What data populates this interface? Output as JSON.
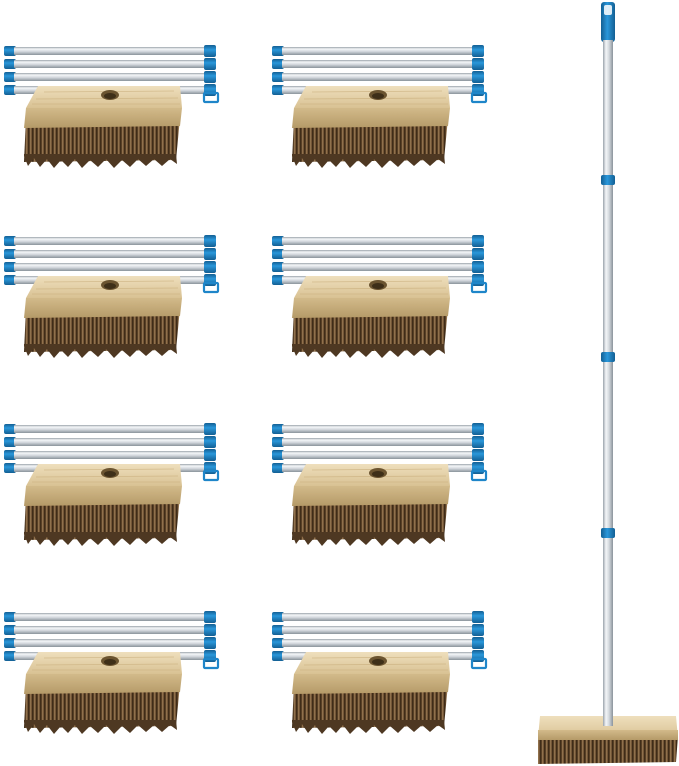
{
  "image": {
    "subject": "scrub-brush-with-telescopic-handle-product-photo",
    "kits": [
      {
        "row": 1,
        "col": 1,
        "handle_sections": 4
      },
      {
        "row": 1,
        "col": 2,
        "handle_sections": 4
      },
      {
        "row": 2,
        "col": 1,
        "handle_sections": 4
      },
      {
        "row": 2,
        "col": 2,
        "handle_sections": 4
      },
      {
        "row": 3,
        "col": 1,
        "handle_sections": 4
      },
      {
        "row": 3,
        "col": 2,
        "handle_sections": 4
      },
      {
        "row": 4,
        "col": 1,
        "handle_sections": 4
      },
      {
        "row": 4,
        "col": 2,
        "handle_sections": 4
      }
    ],
    "assembled": {
      "handle_sections": 4,
      "connector_count": 3
    },
    "colors": {
      "background": "#ffffff",
      "handle_light": "#f2f4f6",
      "handle_mid": "#c9cfd5",
      "handle_dark": "#8e979f",
      "connector": "#1f86c9",
      "connector_dark": "#135f93",
      "wood_light": "#e9d8b4",
      "wood_mid": "#d2ba8a",
      "wood_dark": "#b59a68",
      "bristle_light": "#8b6a45",
      "bristle_dark": "#4b3620"
    }
  }
}
